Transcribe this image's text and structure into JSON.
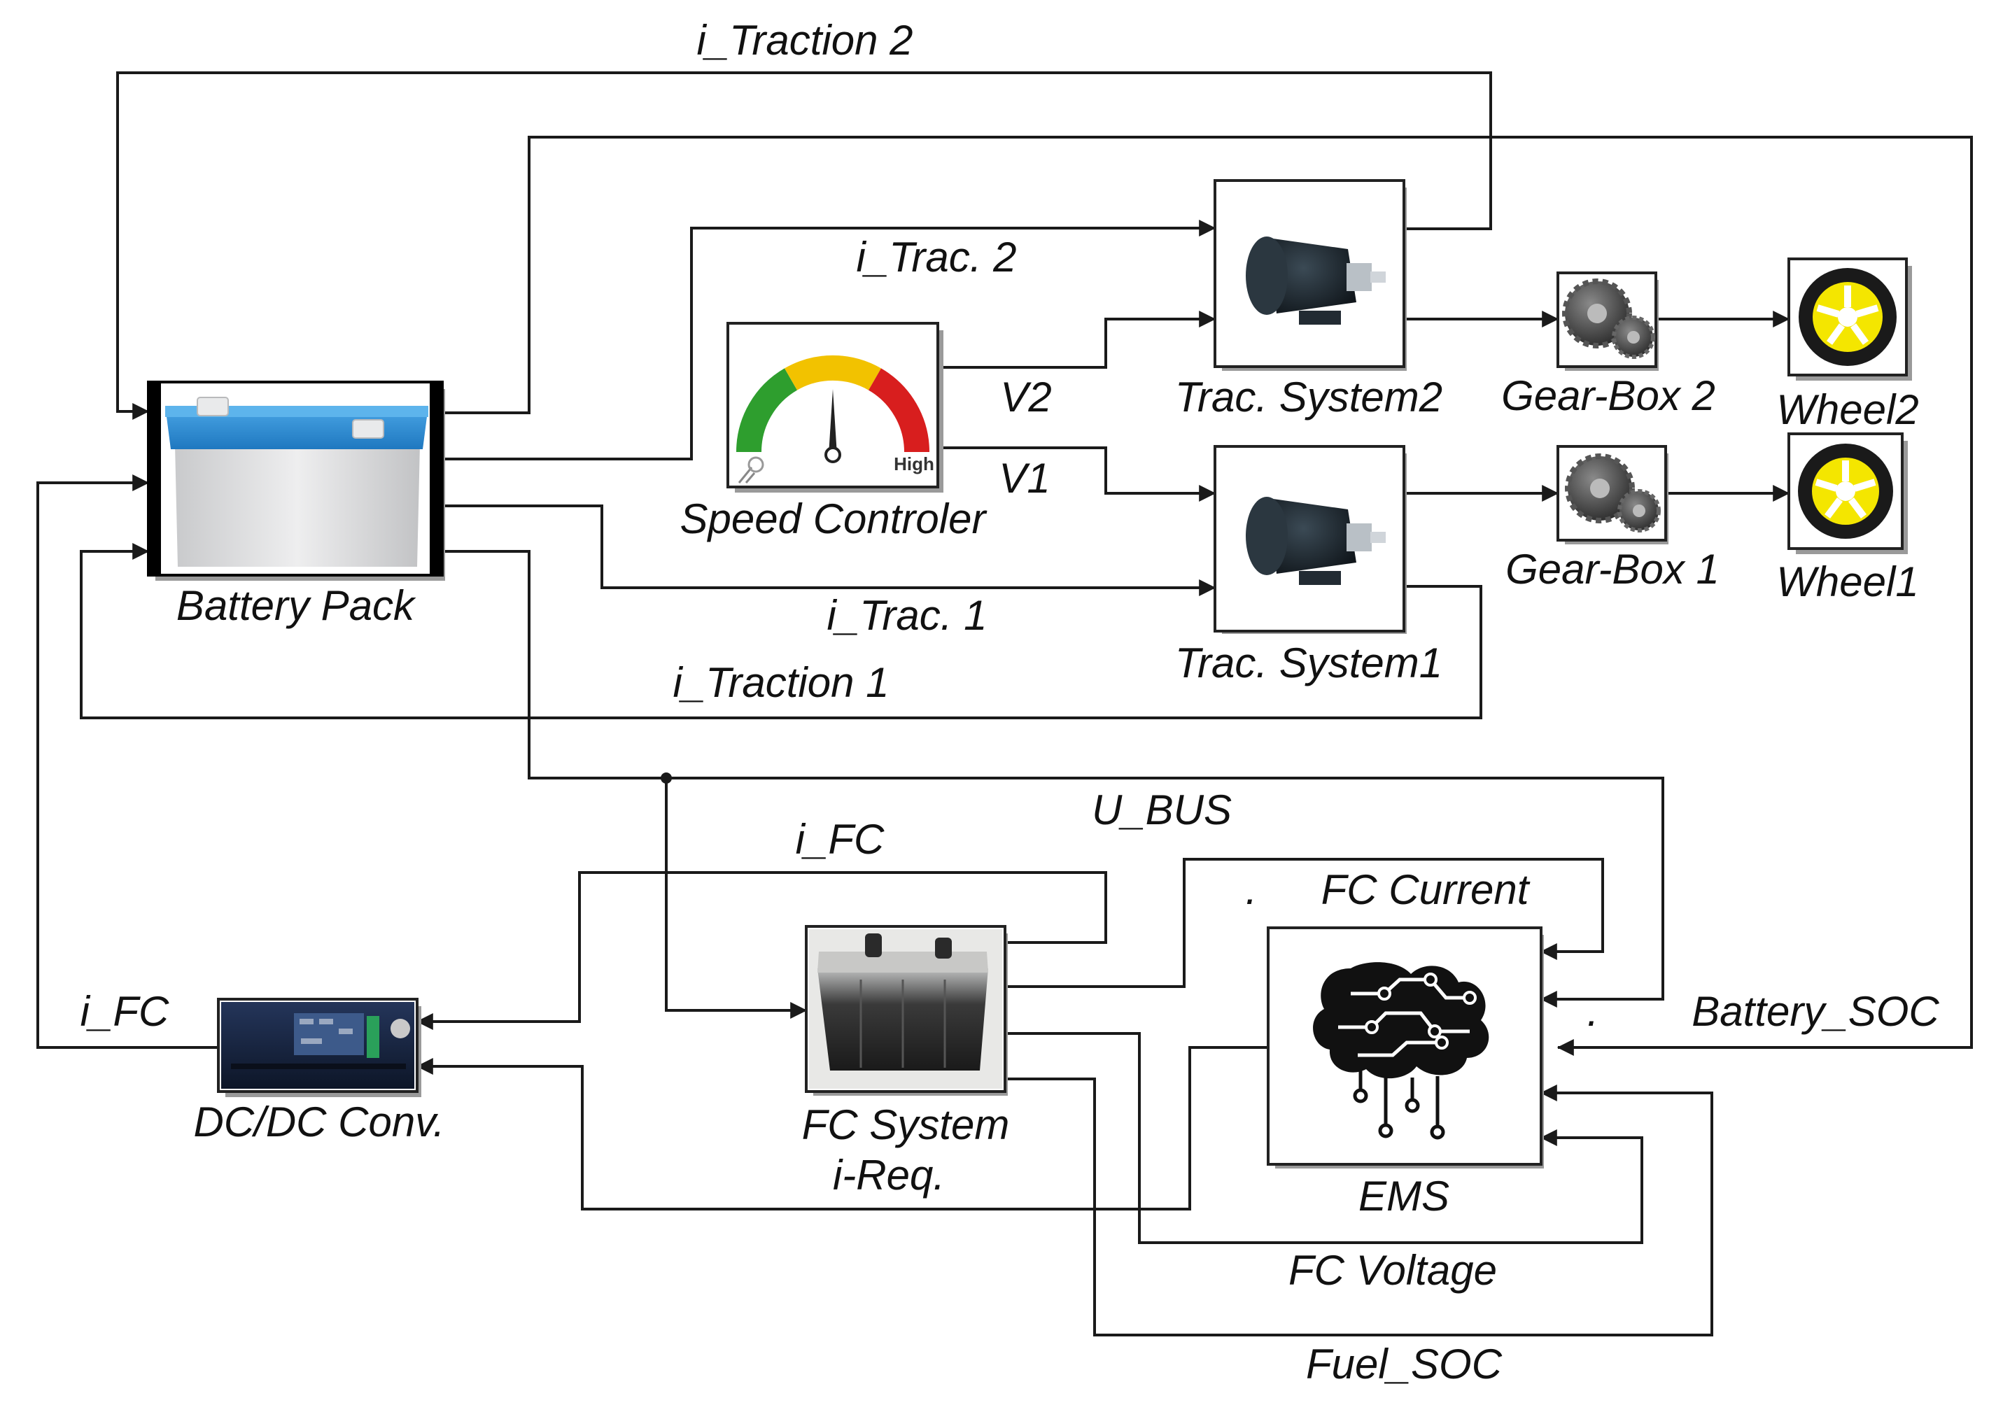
{
  "colors": {
    "wire": "#1a1a1a",
    "battery_top": "#2e8ed6",
    "battery_body": "#d9dadc",
    "gauge_green": "#2e9e2e",
    "gauge_yellow": "#f2c200",
    "gauge_red": "#d81e1e",
    "wheel_yellow": "#f4e600",
    "motor_body": "#1f2a33"
  },
  "blocks": {
    "battery": {
      "label": "Battery Pack",
      "icon": "battery-icon"
    },
    "speed": {
      "label": "Speed Controler",
      "icon": "speedometer-icon",
      "high_text": "High"
    },
    "trac2": {
      "label": "Trac. System2",
      "icon": "motor-icon"
    },
    "trac1": {
      "label": "Trac. System1",
      "icon": "motor-icon"
    },
    "gear2": {
      "label": "Gear-Box 2",
      "icon": "gears-icon"
    },
    "gear1": {
      "label": "Gear-Box 1",
      "icon": "gears-icon"
    },
    "wheel2": {
      "label": "Wheel2",
      "icon": "wheel-icon"
    },
    "wheel1": {
      "label": "Wheel1",
      "icon": "wheel-icon"
    },
    "fc": {
      "label_line1": "FC System",
      "label_line2": "i-Req.",
      "icon": "fuel-cell-icon"
    },
    "dcdc": {
      "label": "DC/DC Conv.",
      "icon": "converter-icon"
    },
    "ems": {
      "label": "EMS",
      "icon": "brain-circuit-icon"
    }
  },
  "signals": {
    "i_traction2": "i_Traction 2",
    "i_trac2": "i_Trac. 2",
    "v2": "V2",
    "v1": "V1",
    "i_trac1": "i_Trac. 1",
    "i_traction1": "i_Traction 1",
    "u_bus": "U_BUS",
    "i_fc_top": "i_FC",
    "i_fc_left": "i_FC",
    "fc_current": "FC Current",
    "battery_soc": "Battery_SOC",
    "fc_voltage": "FC Voltage",
    "fuel_soc": "Fuel_SOC",
    "dot1": ".",
    "dot2": "."
  }
}
